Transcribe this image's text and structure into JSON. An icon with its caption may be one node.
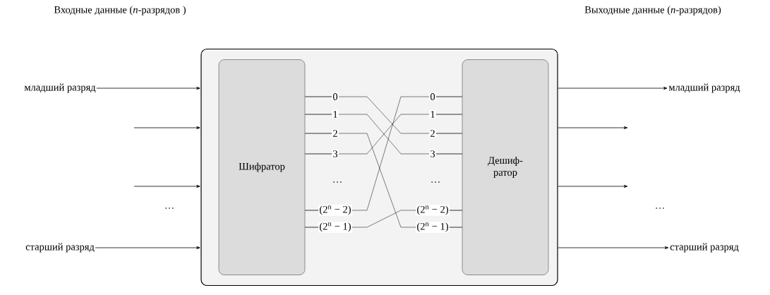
{
  "diagram": {
    "nodes": [
      {
        "text": [],
        "shape": "box"
      },
      {
        "text": [
          "Шифратор"
        ],
        "in": 0
      },
      {
        "text": [
          "Дешиф- ратор"
        ],
        "in": 0
      },
      {
        "text": [
          "младший разряд"
        ]
      },
      {
        "text": [
          "старший разряд"
        ]
      },
      {
        "text": [
          "младший разряд"
        ]
      },
      {
        "text": [
          "старший разряд"
        ]
      },
      {
        "text": [
          "0"
        ],
        "in": 0
      },
      {
        "text": [
          "1"
        ],
        "in": 0
      },
      {
        "text": [
          "2"
        ],
        "in": 0
      },
      {
        "text": [
          "3"
        ],
        "in": 0
      },
      {
        "text": [
          "(2$^{n}$ − 2)"
        ],
        "in": 0
      },
      {
        "text": [
          "(2$^{n}$ − 1)"
        ],
        "in": 0
      },
      {
        "text": [
          "0"
        ],
        "in": 0
      },
      {
        "text": [
          "1"
        ],
        "in": 0
      },
      {
        "text": [
          "2"
        ],
        "in": 0
      },
      {
        "text": [
          "3"
        ],
        "in": 0
      },
      {
        "text": [
          "(2$^{n}$ − 2)"
        ],
        "in": 0
      },
      {
        "text": [
          "(2$^{n}$ − 1)"
        ],
        "in": 0
      }
    ],
    "edges": [
      {
        "from": 3,
        "to": 0,
        "arrow": "to"
      },
      {
        "from": null,
        "to": 0,
        "arrow": "to"
      },
      {
        "from": null,
        "to": 0,
        "arrow": "to"
      },
      {
        "from": 4,
        "to": 0,
        "arrow": "to"
      },
      {
        "from": 0,
        "to": 5,
        "arrow": "to"
      },
      {
        "from": 0,
        "to": null,
        "arrow": "to"
      },
      {
        "from": 0,
        "to": null,
        "arrow": "to"
      },
      {
        "from": 0,
        "to": 6,
        "arrow": "to"
      },
      {
        "from": 1,
        "to": 7,
        "arrow": "none"
      },
      {
        "from": 1,
        "to": 8,
        "arrow": "none"
      },
      {
        "from": 1,
        "to": 9,
        "arrow": "none"
      },
      {
        "from": 1,
        "to": 10,
        "arrow": "none"
      },
      {
        "from": 1,
        "to": 11,
        "arrow": "none"
      },
      {
        "from": 1,
        "to": 12,
        "arrow": "none"
      },
      {
        "from": 7,
        "to": 15,
        "arrow": "none"
      },
      {
        "from": 8,
        "to": 16,
        "arrow": "none"
      },
      {
        "from": 9,
        "to": 18,
        "arrow": "none"
      },
      {
        "from": 10,
        "to": 14,
        "arrow": "none"
      },
      {
        "from": 11,
        "to": 13,
        "arrow": "none"
      },
      {
        "from": 12,
        "to": 17,
        "arrow": "none"
      },
      {
        "from": 13,
        "to": 2,
        "arrow": "none"
      },
      {
        "from": 14,
        "to": 2,
        "arrow": "none"
      },
      {
        "from": 15,
        "to": 2,
        "arrow": "none"
      },
      {
        "from": 16,
        "to": 2,
        "arrow": "none"
      },
      {
        "from": 17,
        "to": 2,
        "arrow": "none"
      },
      {
        "from": 18,
        "to": 2,
        "arrow": "none"
      }
    ],
    "labels": [
      "Входные данные (*n*-разрядов )",
      "Выходные данные (*n*-разрядов)",
      "…",
      "…",
      "…",
      "…"
    ]
  }
}
